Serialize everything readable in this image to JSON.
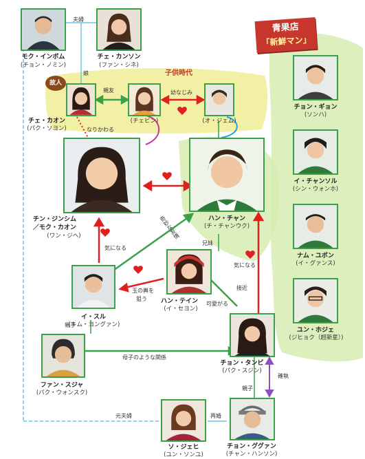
{
  "colors": {
    "green": "#3aa04a",
    "red": "#e02020",
    "blue": "#6cc3e8",
    "purple": "#8a4fc0",
    "badge_red": "#c8372d",
    "leaf": "#d6ecb0"
  },
  "store_badge": {
    "line1": "青果店",
    "line2": "「新鮮マン」"
  },
  "child_era_label": "子供時代",
  "deceased_label": "故人",
  "chars": {
    "mok_inbom": {
      "name": "モク・インボム",
      "actor": "(チョン・ノミン)"
    },
    "choi_kanson": {
      "name": "チェ・カンソン",
      "actor": "(ファン・シネ)"
    },
    "choi_kaon": {
      "name": "チェ・カオン",
      "actor": "(パク・ソヨン)"
    },
    "chebin": {
      "actor": "(チェビン)"
    },
    "oh_jeum": {
      "actor": "(オ・ジェム)"
    },
    "jinsim": {
      "name1": "チン・ジンシム",
      "name2": "／モク・カオン",
      "actor": "(ワン・ジヘ)"
    },
    "han_chan": {
      "name": "ハン・チャン",
      "actor": "(チ・チャンウク)"
    },
    "isul": {
      "name": "イ・スル",
      "actor": "(キム・ヨングァン)"
    },
    "han_tein": {
      "name": "ハン・テイン",
      "actor": "(イ・セヨン)"
    },
    "chon_tanbi": {
      "name": "チョン・タンビ",
      "actor": "(パク・スジン)"
    },
    "fan_suja": {
      "name": "ファン・スジャ",
      "actor": "(パク・ウォンスク)"
    },
    "so_jehi": {
      "name": "ソ・ジェヒ",
      "actor": "(ユン・ソンユ)"
    },
    "chon_gugwan": {
      "name": "チョン・ググァン",
      "actor": "(チャン・ハンソン)"
    },
    "chon_gion": {
      "name": "チョン・ギョン",
      "actor": "(ソンハ)"
    },
    "i_chansol": {
      "name": "イ・チャンソル",
      "actor": "(シン・ウォンホ)"
    },
    "nam_ubon": {
      "name": "ナム・ユボン",
      "actor": "(イ・グァンス)"
    },
    "yun_hoje": {
      "name": "ユン・ホジェ",
      "actor": "(ジヒョク（超新星）)"
    }
  },
  "relations": {
    "fufu": "夫婦",
    "musume": "娘",
    "shinyu": "親友",
    "osananajimi": "幼なじみ",
    "narikawaru": "なりかわる",
    "kiminaru_left": "気になる",
    "kimyona_yujo": "奇妙な友情",
    "kyodai": "兄妹",
    "kiminaru_right": "気になる",
    "tama_no_koshi": "玉の輿を",
    "nerau": "狙う",
    "sekkin": "接近",
    "kawaigaru": "可愛がる",
    "oyako_left": "親子",
    "oyako_right": "親子",
    "boshi_kankei": "母子のような関係",
    "kenka": "確執",
    "moto_fufu": "元夫婦",
    "saikon": "再婚"
  }
}
